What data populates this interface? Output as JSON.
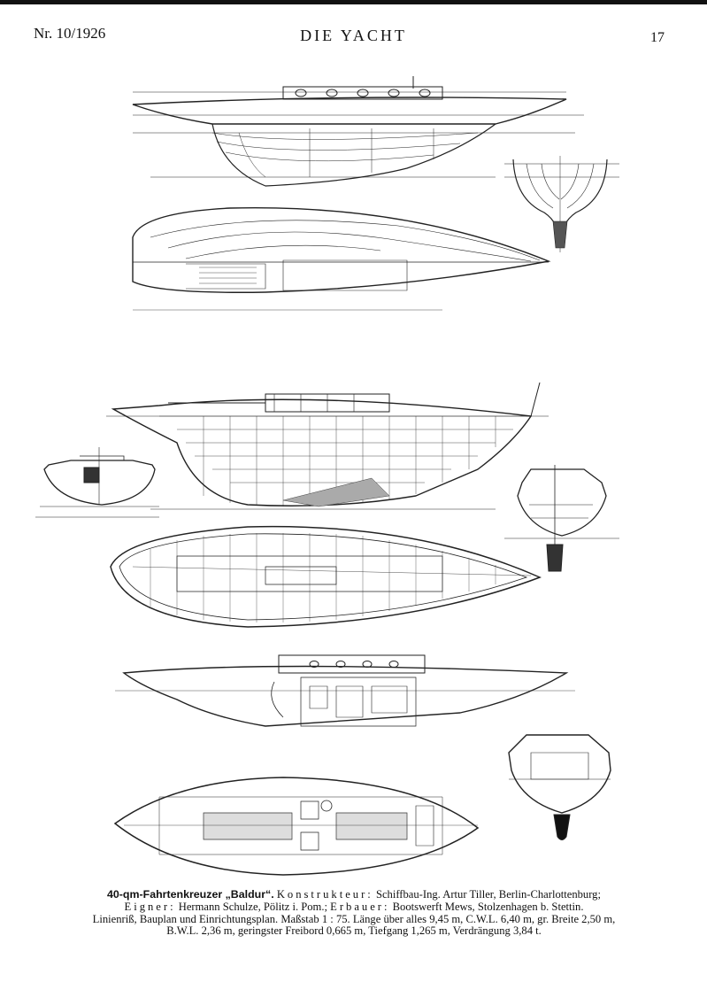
{
  "header": {
    "issue": "Nr. 10/1926",
    "title": "DIE YACHT",
    "page_number": "17"
  },
  "caption": {
    "vessel": "40-qm-Fahrtenkreuzer „Baldur“.",
    "designer_label": "Konstrukteur:",
    "designer": "Schiffbau-Ing. Artur Tiller, Berlin-Charlottenburg;",
    "owner_label": "Eigner:",
    "owner": "Hermann Schulze, Pölitz i. Pom.;",
    "builder_label": "Erbauer:",
    "builder": "Bootswerft Mews, Stolzenhagen b. Stettin.",
    "line3": "Linienriß, Bauplan und Einrichtungsplan. Maßstab 1 : 75. Länge über alles 9,45 m, C.W.L. 6,40 m, gr. Breite 2,50 m,",
    "line4": "B.W.L. 2,36 m, geringster Freibord 0,665 m, Tiefgang 1,265 m, Verdrängung 3,84 t."
  },
  "figures": [
    {
      "name": "lines-plan-profile"
    },
    {
      "name": "body-plan"
    },
    {
      "name": "lines-plan-half-breadth"
    },
    {
      "name": "construction-profile"
    },
    {
      "name": "construction-midship-section"
    },
    {
      "name": "construction-section-right"
    },
    {
      "name": "construction-deck-plan"
    },
    {
      "name": "accommodation-profile"
    },
    {
      "name": "accommodation-section"
    },
    {
      "name": "accommodation-plan"
    }
  ]
}
